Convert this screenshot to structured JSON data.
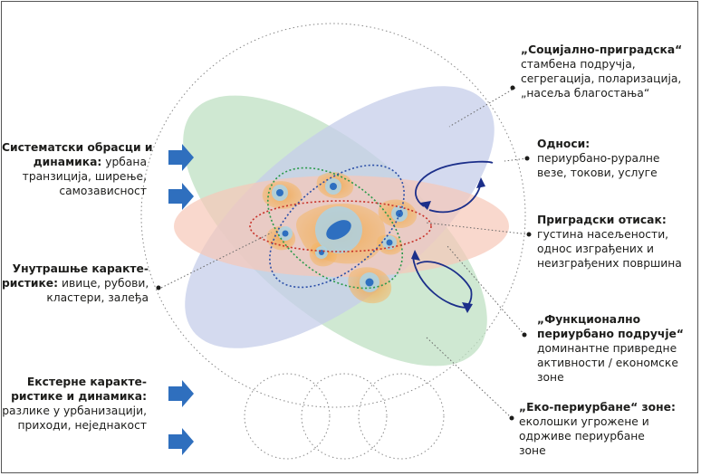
{
  "colors": {
    "accent_blue": "#2f6fbe",
    "dark_navy": "#1c2f8a",
    "green_petal": "#bfe0c3",
    "blue_petal": "#c5cde9",
    "orange_ellipse": "#f7c8b8",
    "cluster": "#f0a54a",
    "core": "#2e6fc0"
  },
  "left_labels": {
    "systematic": {
      "bold1": "Систематски обрасци и",
      "bold2": "динамика:",
      "rest2": " урбана",
      "line3": "транзиција, ширење,",
      "line4": "самозависност"
    },
    "internal": {
      "bold1": "Унутрашње карактe-",
      "bold2": "ристике:",
      "rest2": " ивице, рубови,",
      "line3": "кластери, залеђа"
    },
    "external": {
      "bold1": "Екстерне карактe-",
      "bold2": "ристике и динамика:",
      "line3": "разлике у урбанизацији,",
      "line4": "приходи, неједнакост"
    }
  },
  "right_labels": {
    "social": {
      "title": "„Социјално-приградска“",
      "line2": "стамбена подручја,",
      "line3": "сегрегација, поларизација,",
      "line4": "„насеља благостања“"
    },
    "relations": {
      "title": "Односи:",
      "line2": "периурбано-руралне",
      "line3": "везе, токови, услуге"
    },
    "footprint": {
      "title": "Приградски отисак:",
      "line2": "густина насељености,",
      "line3": "однос изграђених и",
      "line4": "неизграђених површина"
    },
    "functional": {
      "title1": "„Функционално",
      "title2": "периурбано подручје“",
      "line3": "доминантне привредне",
      "line4": "активности / економске",
      "line5": "зоне"
    },
    "eco": {
      "title": "„Еко-периурбане“ зоне:",
      "line2": "еколошки угрожене и",
      "line3": "одрживе периурбане",
      "line4": "зоне"
    }
  }
}
